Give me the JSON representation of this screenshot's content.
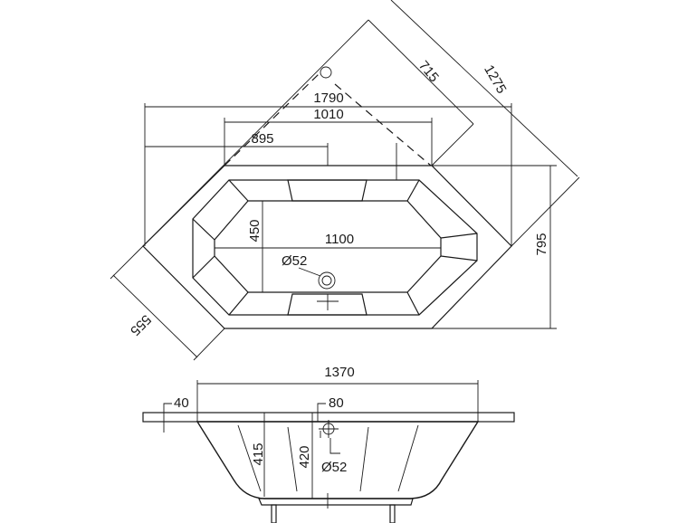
{
  "top_view": {
    "dim_1790": "1790",
    "dim_1010": "1010",
    "dim_895": "895",
    "dim_715": "715",
    "dim_1275": "1275",
    "dim_795": "795",
    "dim_555": "555",
    "dim_450": "450",
    "dim_1100": "1100",
    "drain_diameter": "Ø52"
  },
  "side_view": {
    "dim_1370": "1370",
    "rim_40": "40",
    "rim_80": "80",
    "depth_415": "415",
    "depth_420": "420",
    "overflow_diameter": "Ø52"
  },
  "colors": {
    "line": "#1a1a1a",
    "background": "#ffffff"
  }
}
